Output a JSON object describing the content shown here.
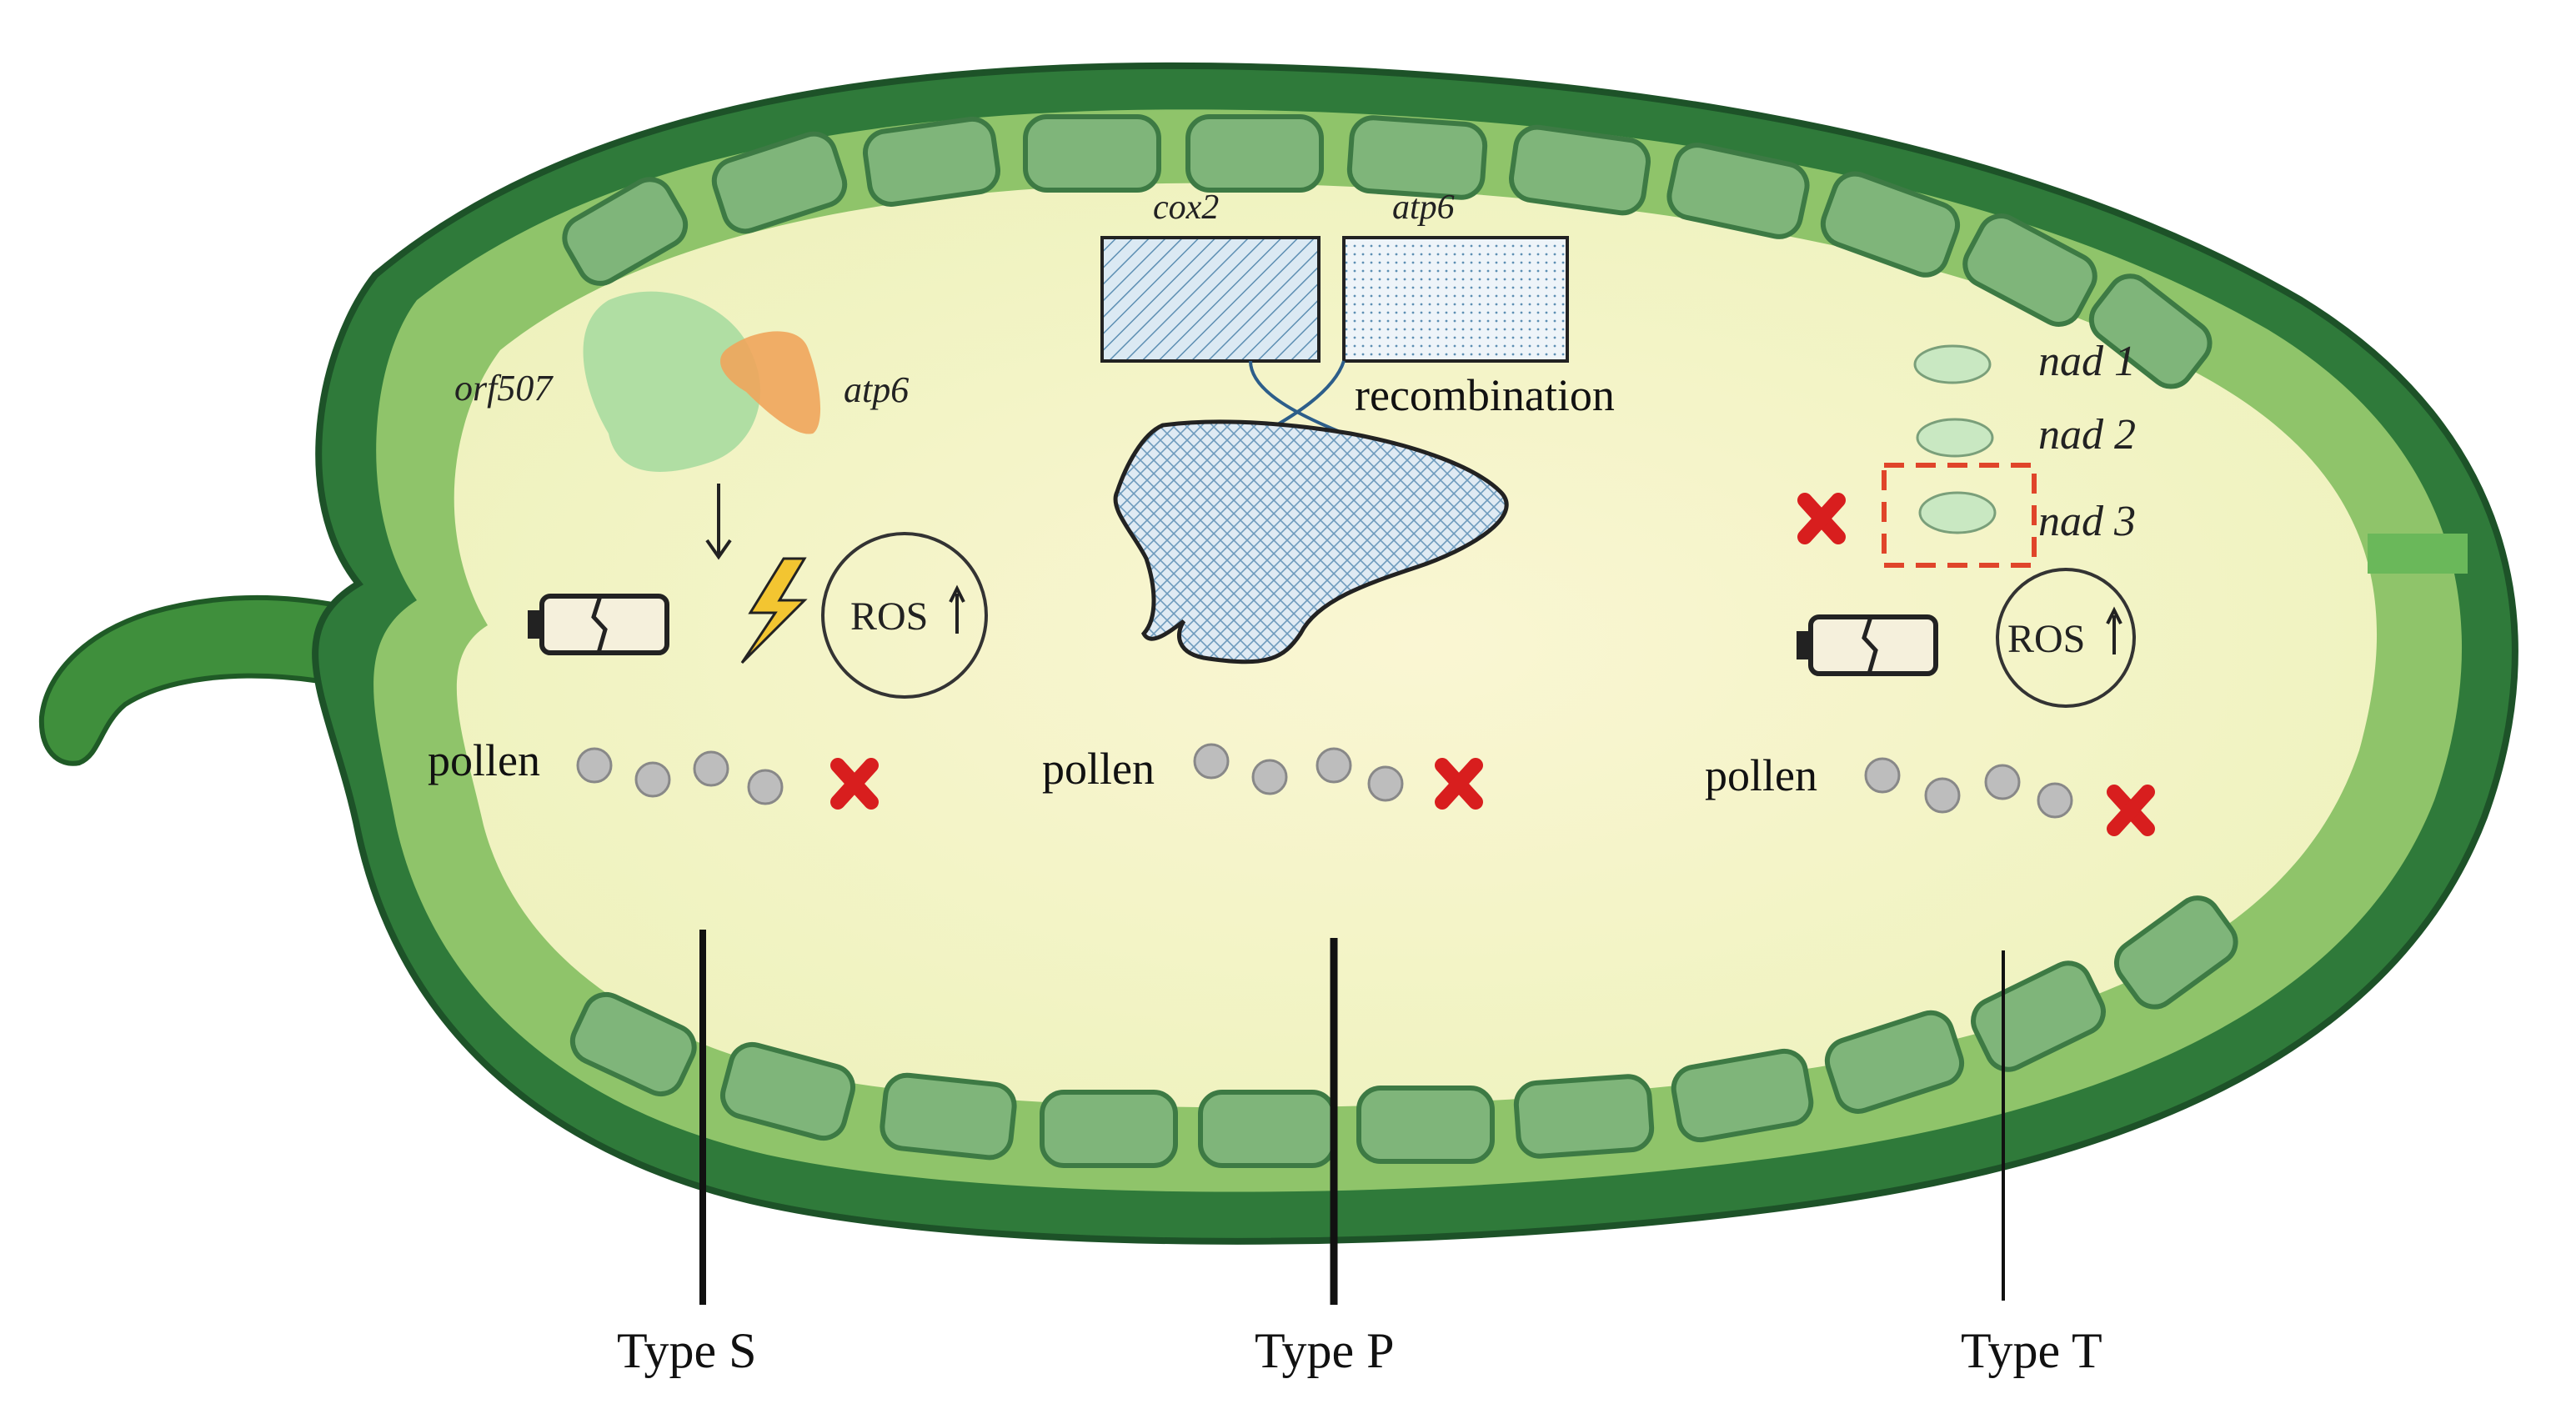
{
  "labels": {
    "orf507": "orf507",
    "atp6_left": "atp6",
    "ros_left": "ROS",
    "pollen_s": "pollen",
    "cox2": "cox2",
    "atp6_mid": "atp6",
    "recombination": "recombination",
    "pollen_p": "pollen",
    "nad1": "nad 1",
    "nad2": "nad 2",
    "nad3": "nad 3",
    "ros_right": "ROS",
    "pollen_t": "pollen"
  },
  "types": {
    "s": "Type S",
    "p": "Type P",
    "t": "Type T"
  },
  "colors": {
    "pepper_outer": "#2f7a3a",
    "pepper_inner": "#8fc46a",
    "flesh": "#f7f3c9",
    "seed": "#7fb57a",
    "orf507_blob": "#a8dca0",
    "atp6_blob": "#f0a55c",
    "cross_red": "#d81e1e",
    "highlight_dash": "#e0452a",
    "pollen_grain": "#bdbdbd",
    "nad_oval": "#c9e8c2",
    "lightning": "#f3c531"
  },
  "icons": [
    "down-arrow-icon",
    "battery-broken-icon",
    "lightning-icon",
    "up-arrow-icon",
    "cross-icon",
    "hatched-block-icon"
  ]
}
